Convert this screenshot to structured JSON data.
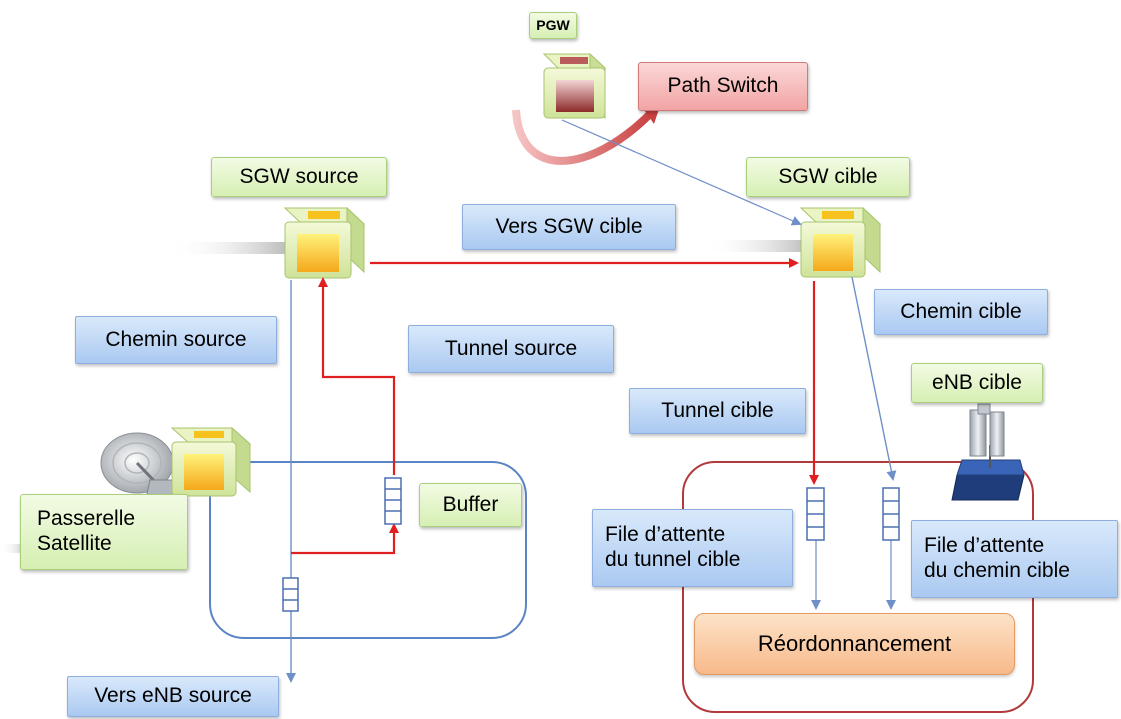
{
  "nodes": {
    "pgw": "PGW",
    "path_switch": "Path Switch",
    "sgw_source": "SGW source",
    "sgw_cible": "SGW cible",
    "enb_cible": "eNB cible",
    "passerelle_line1": "Passerelle",
    "passerelle_line2": "Satellite"
  },
  "labels": {
    "vers_sgw_cible": "Vers SGW cible",
    "chemin_source": "Chemin  source",
    "tunnel_source": "Tunnel  source",
    "chemin_cible": "Chemin cible",
    "tunnel_cible": "Tunnel  cible",
    "buffer": "Buffer",
    "file_tunnel_line1": "File d’attente",
    "file_tunnel_line2": "du tunnel cible",
    "file_chemin_line1": "File d’attente",
    "file_chemin_line2": "du chemin cible",
    "reordonnancement": "Réordonnancement",
    "vers_enb_source": "Vers eNB source"
  },
  "colors": {
    "tunnel_arrow": "#e02020",
    "path_arrow": "#5b7fbf",
    "box_outline_source": "#5b84c4",
    "box_outline_cible": "#b23a3a"
  }
}
